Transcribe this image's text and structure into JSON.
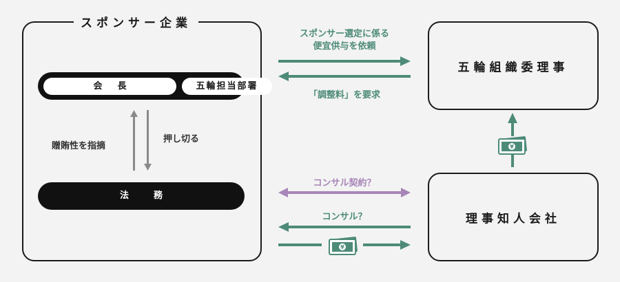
{
  "sponsor": {
    "title": "スポンサー企業",
    "president": "会長",
    "dept": "五輪担当部署",
    "legal": "法務",
    "pressure_label": "贈賄性を指摘",
    "push_label": "押し切る"
  },
  "board": {
    "label": "五輪組織委理事"
  },
  "director": {
    "label": "理事知人会社"
  },
  "flows": {
    "request_line1": "スポンサー選定に係る",
    "request_line2": "便宜供与を依頼",
    "demand": "「調整料」を要求",
    "consult_contract": "コンサル契約？",
    "consult": "コンサル？"
  },
  "colors": {
    "green": "#4d8b78",
    "purple": "#a785b8",
    "dark": "#1a1a1a",
    "gray_arrow": "#8a8a8a"
  },
  "icons": [
    "money-icon"
  ]
}
